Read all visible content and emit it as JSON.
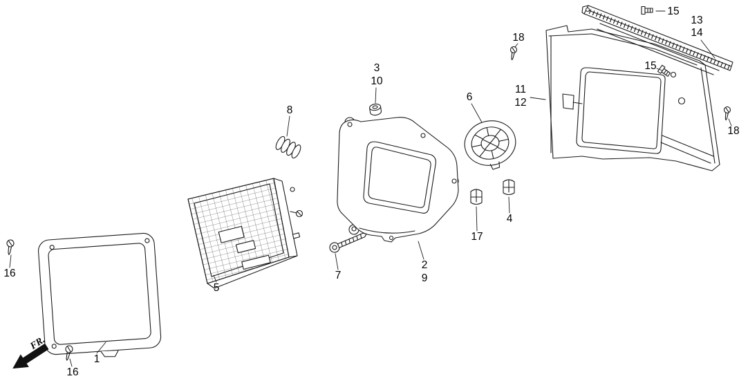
{
  "diagram": {
    "type": "exploded-parts-diagram",
    "direction_label": "FR.",
    "colors": {
      "line": "#1a1a1a",
      "background": "#ffffff"
    },
    "labels": [
      {
        "text": "16"
      },
      {
        "text": "1"
      },
      {
        "text": "16"
      },
      {
        "text": "5"
      },
      {
        "text": "8"
      },
      {
        "text": "3"
      },
      {
        "text": "10"
      },
      {
        "text": "7"
      },
      {
        "text": "2"
      },
      {
        "text": "9"
      },
      {
        "text": "6"
      },
      {
        "text": "17"
      },
      {
        "text": "4"
      },
      {
        "text": "18"
      },
      {
        "text": "11"
      },
      {
        "text": "12"
      },
      {
        "text": "15"
      },
      {
        "text": "13"
      },
      {
        "text": "14"
      },
      {
        "text": "15"
      },
      {
        "text": "18"
      }
    ]
  }
}
